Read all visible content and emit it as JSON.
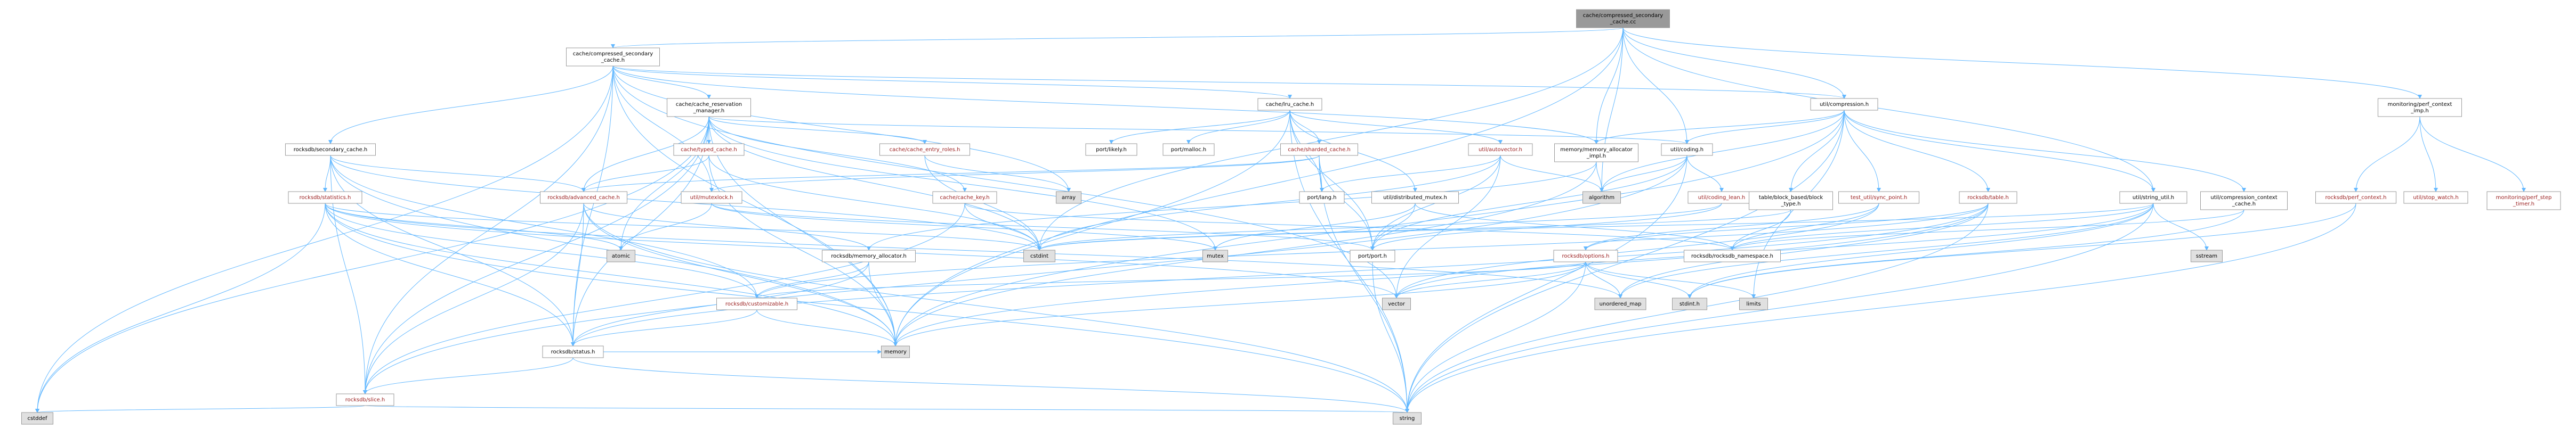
{
  "nodes": [
    {
      "id": "root",
      "lines": [
        "cache/compressed_secondary",
        "_cache.cc"
      ],
      "style": "root"
    },
    {
      "id": "csc_h",
      "lines": [
        "cache/compressed_secondary",
        "_cache.h"
      ],
      "style": "plain"
    },
    {
      "id": "crm_h",
      "lines": [
        "cache/cache_reservation",
        "_manager.h"
      ],
      "style": "plain"
    },
    {
      "id": "lru_h",
      "lines": [
        "cache/lru_cache.h"
      ],
      "style": "plain"
    },
    {
      "id": "compression_h",
      "lines": [
        "util/compression.h"
      ],
      "style": "plain"
    },
    {
      "id": "mon_perf_ctx",
      "lines": [
        "monitoring/perf_context",
        "_imp.h"
      ],
      "style": "plain"
    },
    {
      "id": "rdb_secondary",
      "lines": [
        "rocksdb/secondary_cache.h"
      ],
      "style": "plain"
    },
    {
      "id": "typed_cache",
      "lines": [
        "cache/typed_cache.h"
      ],
      "style": "red"
    },
    {
      "id": "entry_roles",
      "lines": [
        "cache/cache_entry_roles.h"
      ],
      "style": "red"
    },
    {
      "id": "mem_alloc_impl",
      "lines": [
        "memory/memory_allocator",
        "_impl.h"
      ],
      "style": "plain"
    },
    {
      "id": "coding_h",
      "lines": [
        "util/coding.h"
      ],
      "style": "plain"
    },
    {
      "id": "port_likely",
      "lines": [
        "port/likely.h"
      ],
      "style": "plain"
    },
    {
      "id": "port_malloc",
      "lines": [
        "port/malloc.h"
      ],
      "style": "plain"
    },
    {
      "id": "sharded_cache",
      "lines": [
        "cache/sharded_cache.h"
      ],
      "style": "red"
    },
    {
      "id": "autovector",
      "lines": [
        "util/autovector.h"
      ],
      "style": "red"
    },
    {
      "id": "rdb_statistics",
      "lines": [
        "rocksdb/statistics.h"
      ],
      "style": "red"
    },
    {
      "id": "advanced_cache",
      "lines": [
        "rocksdb/advanced_cache.h"
      ],
      "style": "red"
    },
    {
      "id": "cache_key",
      "lines": [
        "cache/cache_key.h"
      ],
      "style": "red"
    },
    {
      "id": "array",
      "lines": [
        "array"
      ],
      "style": "gray"
    },
    {
      "id": "algorithm",
      "lines": [
        "algorithm"
      ],
      "style": "gray"
    },
    {
      "id": "mutexlock",
      "lines": [
        "util/mutexlock.h"
      ],
      "style": "red"
    },
    {
      "id": "dist_mutex",
      "lines": [
        "util/distributed_mutex.h"
      ],
      "style": "plain"
    },
    {
      "id": "port_lang",
      "lines": [
        "port/lang.h"
      ],
      "style": "plain"
    },
    {
      "id": "coding_lean",
      "lines": [
        "util/coding_lean.h"
      ],
      "style": "red"
    },
    {
      "id": "block_type",
      "lines": [
        "table/block_based/block",
        "_type.h"
      ],
      "style": "plain"
    },
    {
      "id": "sync_point",
      "lines": [
        "test_util/sync_point.h"
      ],
      "style": "red"
    },
    {
      "id": "rdb_table",
      "lines": [
        "rocksdb/table.h"
      ],
      "style": "red"
    },
    {
      "id": "string_util",
      "lines": [
        "util/string_util.h"
      ],
      "style": "plain"
    },
    {
      "id": "comp_ctx_cache",
      "lines": [
        "util/compression_context",
        "_cache.h"
      ],
      "style": "plain"
    },
    {
      "id": "perf_context",
      "lines": [
        "rocksdb/perf_context.h"
      ],
      "style": "red"
    },
    {
      "id": "stop_watch",
      "lines": [
        "util/stop_watch.h"
      ],
      "style": "red"
    },
    {
      "id": "perf_step_timer",
      "lines": [
        "monitoring/perf_step",
        "_timer.h"
      ],
      "style": "red"
    },
    {
      "id": "atomic",
      "lines": [
        "atomic"
      ],
      "style": "gray"
    },
    {
      "id": "mem_allocator",
      "lines": [
        "rocksdb/memory_allocator.h"
      ],
      "style": "plain"
    },
    {
      "id": "cstdint",
      "lines": [
        "cstdint"
      ],
      "style": "gray"
    },
    {
      "id": "mutex",
      "lines": [
        "mutex"
      ],
      "style": "gray"
    },
    {
      "id": "port_port",
      "lines": [
        "port/port.h"
      ],
      "style": "plain"
    },
    {
      "id": "rdb_options",
      "lines": [
        "rocksdb/options.h"
      ],
      "style": "red"
    },
    {
      "id": "rdb_namespace",
      "lines": [
        "rocksdb/rocksdb_namespace.h"
      ],
      "style": "plain"
    },
    {
      "id": "sstream",
      "lines": [
        "sstream"
      ],
      "style": "gray"
    },
    {
      "id": "customizable",
      "lines": [
        "rocksdb/customizable.h"
      ],
      "style": "red"
    },
    {
      "id": "vector",
      "lines": [
        "vector"
      ],
      "style": "gray"
    },
    {
      "id": "unordered_map",
      "lines": [
        "unordered_map"
      ],
      "style": "gray"
    },
    {
      "id": "stdint",
      "lines": [
        "stdint.h"
      ],
      "style": "gray"
    },
    {
      "id": "limits",
      "lines": [
        "limits"
      ],
      "style": "gray"
    },
    {
      "id": "status",
      "lines": [
        "rocksdb/status.h"
      ],
      "style": "plain"
    },
    {
      "id": "memory",
      "lines": [
        "memory"
      ],
      "style": "gray"
    },
    {
      "id": "slice",
      "lines": [
        "rocksdb/slice.h"
      ],
      "style": "red"
    },
    {
      "id": "cstddef",
      "lines": [
        "cstddef"
      ],
      "style": "gray"
    },
    {
      "id": "string",
      "lines": [
        "string"
      ],
      "style": "gray"
    }
  ],
  "edges": [
    [
      "root",
      "csc_h"
    ],
    [
      "root",
      "compression_h"
    ],
    [
      "root",
      "mon_perf_ctx"
    ],
    [
      "root",
      "coding_h"
    ],
    [
      "root",
      "mem_alloc_impl"
    ],
    [
      "root",
      "string_util"
    ],
    [
      "root",
      "algorithm"
    ],
    [
      "root",
      "cstdint"
    ],
    [
      "root",
      "memory"
    ],
    [
      "csc_h",
      "crm_h"
    ],
    [
      "csc_h",
      "lru_h"
    ],
    [
      "csc_h",
      "rdb_secondary"
    ],
    [
      "csc_h",
      "compression_h"
    ],
    [
      "csc_h",
      "mem_alloc_impl"
    ],
    [
      "csc_h",
      "mutexlock"
    ],
    [
      "csc_h",
      "array"
    ],
    [
      "csc_h",
      "cstddef"
    ],
    [
      "csc_h",
      "memory"
    ],
    [
      "csc_h",
      "slice"
    ],
    [
      "csc_h",
      "status"
    ],
    [
      "csc_h",
      "vector"
    ],
    [
      "crm_h",
      "typed_cache"
    ],
    [
      "crm_h",
      "entry_roles"
    ],
    [
      "crm_h",
      "cache_key"
    ],
    [
      "crm_h",
      "coding_h"
    ],
    [
      "crm_h",
      "advanced_cache"
    ],
    [
      "crm_h",
      "atomic"
    ],
    [
      "crm_h",
      "cstddef"
    ],
    [
      "crm_h",
      "cstdint"
    ],
    [
      "crm_h",
      "memory"
    ],
    [
      "crm_h",
      "mutex"
    ],
    [
      "crm_h",
      "status"
    ],
    [
      "crm_h",
      "slice"
    ],
    [
      "lru_h",
      "port_likely"
    ],
    [
      "lru_h",
      "port_malloc"
    ],
    [
      "lru_h",
      "sharded_cache"
    ],
    [
      "lru_h",
      "autovector"
    ],
    [
      "lru_h",
      "dist_mutex"
    ],
    [
      "lru_h",
      "port_lang"
    ],
    [
      "lru_h",
      "port_port"
    ],
    [
      "lru_h",
      "memory"
    ],
    [
      "lru_h",
      "string"
    ],
    [
      "rdb_secondary",
      "advanced_cache"
    ],
    [
      "rdb_secondary",
      "rdb_statistics"
    ],
    [
      "rdb_secondary",
      "customizable"
    ],
    [
      "rdb_secondary",
      "slice"
    ],
    [
      "rdb_secondary",
      "status"
    ],
    [
      "rdb_secondary",
      "cstdint"
    ],
    [
      "rdb_secondary",
      "memory"
    ],
    [
      "typed_cache",
      "advanced_cache"
    ],
    [
      "typed_cache",
      "cstdint"
    ],
    [
      "typed_cache",
      "memory"
    ],
    [
      "entry_roles",
      "array"
    ],
    [
      "entry_roles",
      "cstdint"
    ],
    [
      "cache_key",
      "cstdint"
    ],
    [
      "cache_key",
      "rdb_namespace"
    ],
    [
      "cache_key",
      "slice"
    ],
    [
      "sharded_cache",
      "port_lang"
    ],
    [
      "sharded_cache",
      "port_port"
    ],
    [
      "sharded_cache",
      "advanced_cache"
    ],
    [
      "sharded_cache",
      "mutexlock"
    ],
    [
      "sharded_cache",
      "string"
    ],
    [
      "autovector",
      "algorithm"
    ],
    [
      "autovector",
      "port_lang"
    ],
    [
      "autovector",
      "port_port"
    ],
    [
      "autovector",
      "vector"
    ],
    [
      "autovector",
      "cstdint"
    ],
    [
      "dist_mutex",
      "mutex"
    ],
    [
      "dist_mutex",
      "port_port"
    ],
    [
      "dist_mutex",
      "rdb_namespace"
    ],
    [
      "compression_h",
      "mem_alloc_impl"
    ],
    [
      "compression_h",
      "coding_h"
    ],
    [
      "compression_h",
      "block_type"
    ],
    [
      "compression_h",
      "sync_point"
    ],
    [
      "compression_h",
      "rdb_table"
    ],
    [
      "compression_h",
      "string_util"
    ],
    [
      "compression_h",
      "comp_ctx_cache"
    ],
    [
      "compression_h",
      "algorithm"
    ],
    [
      "compression_h",
      "limits"
    ],
    [
      "compression_h",
      "string"
    ],
    [
      "compression_h",
      "memory"
    ],
    [
      "coding_h",
      "coding_lean"
    ],
    [
      "coding_h",
      "algorithm"
    ],
    [
      "coding_h",
      "port_port"
    ],
    [
      "coding_h",
      "string"
    ],
    [
      "coding_h",
      "slice"
    ],
    [
      "coding_lean",
      "cstdint"
    ],
    [
      "coding_lean",
      "port_port"
    ],
    [
      "block_type",
      "cstdint"
    ],
    [
      "block_type",
      "rdb_namespace"
    ],
    [
      "sync_point",
      "vector"
    ],
    [
      "sync_point",
      "rdb_namespace"
    ],
    [
      "sync_point",
      "rdb_options"
    ],
    [
      "rdb_table",
      "rdb_options"
    ],
    [
      "rdb_table",
      "customizable"
    ],
    [
      "rdb_table",
      "status"
    ],
    [
      "rdb_table",
      "unordered_map"
    ],
    [
      "rdb_table",
      "string"
    ],
    [
      "rdb_table",
      "memory"
    ],
    [
      "string_util",
      "cstdint"
    ],
    [
      "string_util",
      "sstream"
    ],
    [
      "string_util",
      "rdb_namespace"
    ],
    [
      "string_util",
      "string"
    ],
    [
      "string_util",
      "unordered_map"
    ],
    [
      "string_util",
      "vector"
    ],
    [
      "string_util",
      "stdint"
    ],
    [
      "comp_ctx_cache",
      "rdb_namespace"
    ],
    [
      "comp_ctx_cache",
      "stdint"
    ],
    [
      "mon_perf_ctx",
      "perf_context"
    ],
    [
      "mon_perf_ctx",
      "stop_watch"
    ],
    [
      "mon_perf_ctx",
      "perf_step_timer"
    ],
    [
      "perf_context",
      "string"
    ],
    [
      "perf_context",
      "stdint"
    ],
    [
      "mem_alloc_impl",
      "mem_allocator"
    ],
    [
      "mem_alloc_impl",
      "memory"
    ],
    [
      "mem_alloc_impl",
      "algorithm"
    ],
    [
      "advanced_cache",
      "memory"
    ],
    [
      "advanced_cache",
      "string"
    ],
    [
      "advanced_cache",
      "status"
    ],
    [
      "advanced_cache",
      "slice"
    ],
    [
      "advanced_cache",
      "mem_allocator"
    ],
    [
      "mutexlock",
      "atomic"
    ],
    [
      "mutexlock",
      "mutex"
    ],
    [
      "mutexlock",
      "port_port"
    ],
    [
      "rdb_statistics",
      "atomic"
    ],
    [
      "rdb_statistics",
      "cstddef"
    ],
    [
      "rdb_statistics",
      "cstdint"
    ],
    [
      "rdb_statistics",
      "map"
    ],
    [
      "rdb_statistics",
      "customizable"
    ],
    [
      "rdb_statistics",
      "status"
    ],
    [
      "rdb_statistics",
      "string"
    ],
    [
      "rdb_statistics",
      "vector"
    ],
    [
      "rdb_statistics",
      "memory"
    ],
    [
      "rdb_statistics",
      "unordered_map"
    ],
    [
      "mem_allocator",
      "customizable"
    ],
    [
      "mem_allocator",
      "status"
    ],
    [
      "mem_allocator",
      "memory"
    ],
    [
      "port_port",
      "string"
    ],
    [
      "rdb_options",
      "customizable"
    ],
    [
      "rdb_options",
      "vector"
    ],
    [
      "rdb_options",
      "unordered_map"
    ],
    [
      "rdb_options",
      "string"
    ],
    [
      "rdb_options",
      "memory"
    ],
    [
      "rdb_options",
      "limits"
    ],
    [
      "rdb_options",
      "stdint"
    ],
    [
      "customizable",
      "status"
    ],
    [
      "customizable",
      "memory"
    ],
    [
      "status",
      "memory"
    ],
    [
      "status",
      "string"
    ],
    [
      "status",
      "slice"
    ],
    [
      "slice",
      "cstddef"
    ],
    [
      "slice",
      "string"
    ]
  ],
  "colors": {
    "root_fill": "#999999",
    "plain_fill": "#ffffff",
    "red_fill": "#ffffff",
    "gray_fill": "#e0e0e0",
    "red_text": "#9b2020",
    "edge": "#63b8ff"
  }
}
